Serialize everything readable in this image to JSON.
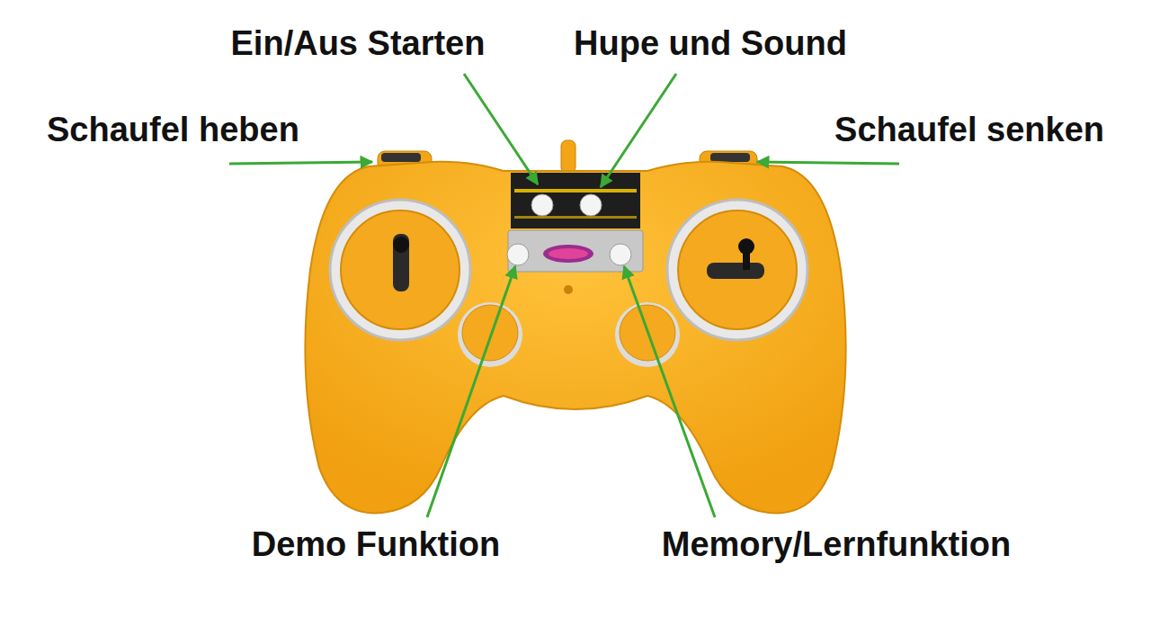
{
  "diagram": {
    "labels": [
      "Ein/Aus Starten",
      "Hupe und Sound",
      "Schaufel heben",
      "Schaufel senken",
      "Demo Funktion",
      "Memory/Lernfunktion"
    ]
  }
}
